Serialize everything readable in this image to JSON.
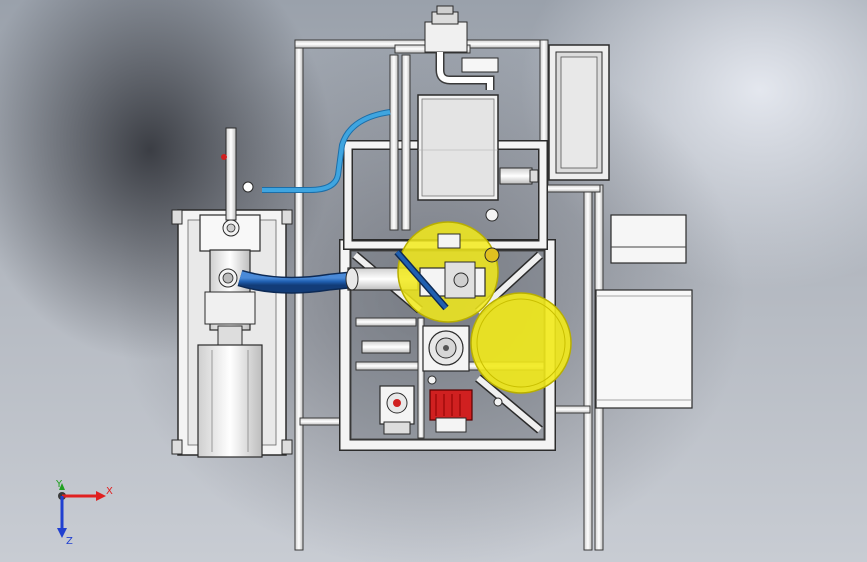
{
  "view": {
    "title": "",
    "background_color": "#b4b9c1"
  },
  "triad": {
    "x_label": "X",
    "y_label": "Y",
    "z_label": "Z",
    "x_color": "#e02020",
    "y_color": "#20a020",
    "z_color": "#2040d0"
  },
  "colors": {
    "frame": "#f4f4f4",
    "frame_outline": "#3a3a3a",
    "hose_blue": "#1f5fb0",
    "hose_light_blue": "#3fa5e0",
    "highlight_yellow": "#f2ea1a",
    "motor_red": "#d02020"
  }
}
